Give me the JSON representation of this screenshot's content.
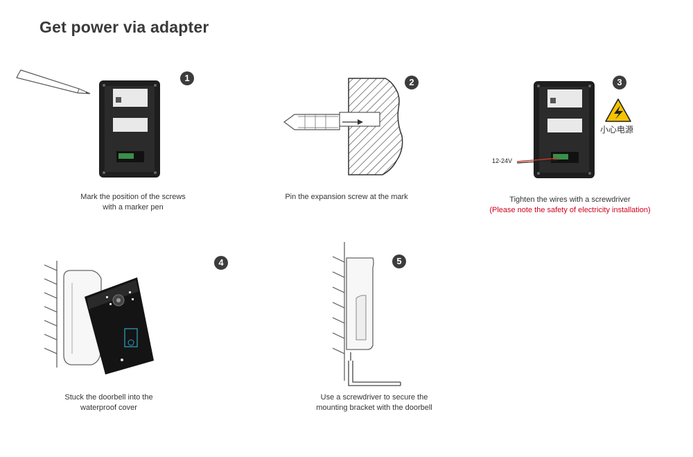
{
  "title": "Get power via adapter",
  "steps": [
    {
      "number": "1",
      "caption": [
        "Mark the position of the screws",
        "with a marker pen"
      ]
    },
    {
      "number": "2",
      "caption": [
        "Pin the expansion screw at the mark"
      ]
    },
    {
      "number": "3",
      "caption": [
        "Tighten the wires with a screwdriver"
      ],
      "warning": "(Please note the safety of electricity installation)",
      "voltage_label": "12-24V",
      "hazard_label": "小心电源"
    },
    {
      "number": "4",
      "caption": [
        "Stuck the doorbell into the",
        "waterproof cover"
      ]
    },
    {
      "number": "5",
      "caption": [
        "Use a screwdriver to secure the",
        "mounting bracket with the doorbell"
      ]
    }
  ],
  "colors": {
    "warning_text": "#d0021b",
    "badge": "#3c3c3c",
    "hazard_yellow": "#f5c400"
  }
}
